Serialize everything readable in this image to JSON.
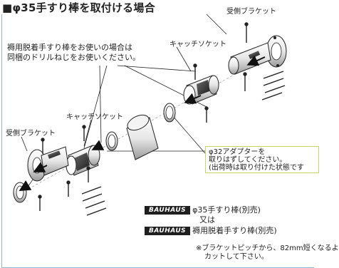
{
  "title": "■φ35手すり棒を取付ける場合",
  "note": {
    "line1": "褥用脱着手すり棒をお使いの場合は",
    "line2": "同梱のドリルねじをお使いください。"
  },
  "labels": {
    "bracket_right": "受側ブラケット",
    "catch_socket_right": "キャッチソケット",
    "catch_socket_left": "キャッチソケット",
    "bracket_left": "受側ブラケット"
  },
  "adapter_note": {
    "line1": "φ32アダプターを",
    "line2": "取りはずしてください。",
    "line3": "(出荷時は取り付けた状態です"
  },
  "rail": {
    "brand": "BAUHAUS",
    "option1": "φ35手すり棒(別売)",
    "or": "又は",
    "option2": "褥用脱着手すり棒(別売)"
  },
  "footnote": {
    "line1": "※ブラケットピッチから、82mm短くなるよ",
    "line2": "カットして下さい。"
  },
  "colors": {
    "frame": "#8fb7d8",
    "box_border": "#c9d46a",
    "line": "#1b1b1b"
  }
}
